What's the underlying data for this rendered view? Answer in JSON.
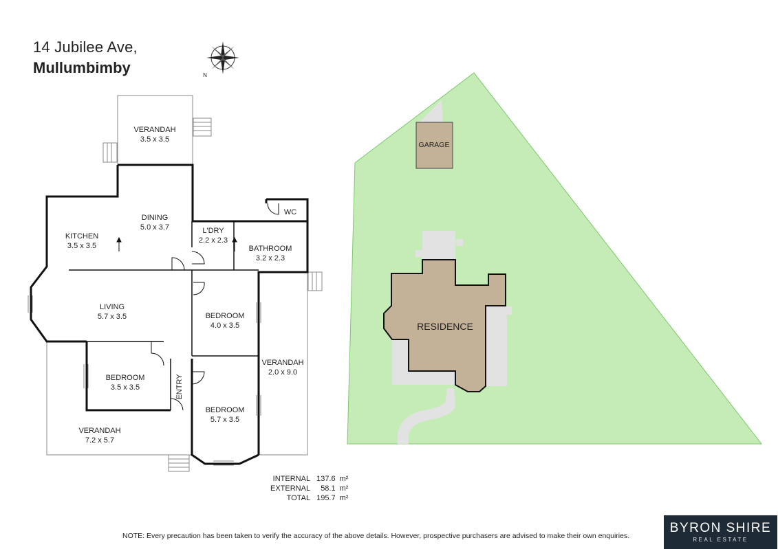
{
  "address": {
    "line1": "14 Jubilee Ave,",
    "line2": "Mullumbimby"
  },
  "compass": {
    "north_label": "N"
  },
  "rooms": {
    "verandah_north": {
      "name": "VERANDAH",
      "size": "3.5 x 3.5"
    },
    "dining": {
      "name": "DINING",
      "size": "5.0 x 3.7"
    },
    "kitchen": {
      "name": "KITCHEN",
      "size": "3.5 x 3.5"
    },
    "laundry": {
      "name": "L'DRY",
      "size": "2.2 x 2.3"
    },
    "wc": {
      "name": "WC"
    },
    "bathroom": {
      "name": "BATHROOM",
      "size": "3.2 x 2.3"
    },
    "living": {
      "name": "LIVING",
      "size": "5.7 x 3.5"
    },
    "bedroom_mid": {
      "name": "BEDROOM",
      "size": "4.0 x 3.5"
    },
    "bedroom_left": {
      "name": "BEDROOM",
      "size": "3.5 x 3.5"
    },
    "entry": {
      "name": "ENTRY"
    },
    "bedroom_bottom": {
      "name": "BEDROOM",
      "size": "5.7 x 3.5"
    },
    "verandah_east": {
      "name": "VERANDAH",
      "size": "2.0 x 9.0"
    },
    "verandah_south": {
      "name": "VERANDAH",
      "size": "7.2 x 5.7"
    }
  },
  "site": {
    "garage": "GARAGE",
    "residence": "RESIDENCE"
  },
  "areas": [
    {
      "label": "INTERNAL",
      "value": "137.6",
      "unit": "m²"
    },
    {
      "label": "EXTERNAL",
      "value": "58.1",
      "unit": "m²"
    },
    {
      "label": "TOTAL",
      "value": "195.7",
      "unit": "m²"
    }
  ],
  "note": "NOTE: Every precaution has been taken to verify the accuracy of the above details. However, prospective purchasers are advised to make their own enquiries.",
  "logo": {
    "line1": "BYRON SHIRE",
    "line2": "REAL ESTATE"
  },
  "colors": {
    "lot": "#c5ecb6",
    "building": "#c3b198",
    "wall": "#111111",
    "verandah_line": "#888888",
    "logo_bg": "#1e2a36"
  }
}
